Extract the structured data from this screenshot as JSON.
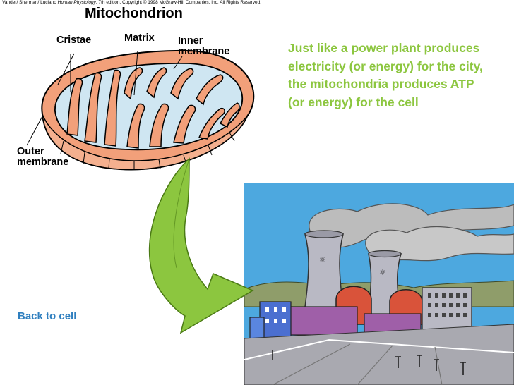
{
  "slide": {
    "credit": {
      "authors": "Vander/ Sherman/ Luciano ",
      "book": "Human Physiology",
      "rest": ", 7th edition. Copyright © 1998 McGraw-Hill Companies, Inc. All Rights Reserved."
    },
    "diagram_title": "Mitochondrion",
    "labels": {
      "cristae": "Cristae",
      "matrix": "Matrix",
      "inner_line1": "Inner",
      "inner_line2": "membrane",
      "outer_line1": "Outer",
      "outer_line2": "membrane"
    },
    "caption": "Just like a power plant produces electricity (or energy) for the city, the mitochondria produces ATP (or energy) for the cell",
    "back_link": "Back to cell",
    "colors": {
      "caption": "#8cc63f",
      "arrow": "#8cc63f",
      "link": "#2f7fbf",
      "mito_outer": "#f2a07a",
      "mito_matrix": "#cfe6f2",
      "sky": "#4da8df"
    }
  }
}
